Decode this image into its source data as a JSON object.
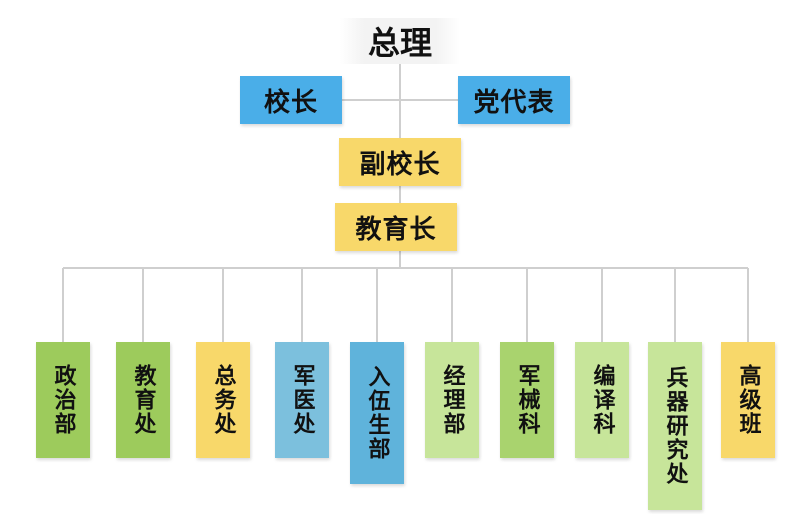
{
  "chart_title": "总理",
  "colors": {
    "blue": "#4aaee8",
    "yellow": "#f8d86a",
    "green": "#a9d36e",
    "teal": "#67b7d6",
    "light_green": "#c7e59a",
    "line": "#cfcfcf"
  },
  "upper": {
    "principal": "校长",
    "party_rep": "党代表",
    "vice_principal": "副校长",
    "education_chief": "教育长"
  },
  "departments": [
    {
      "label": "政治部",
      "color": "#9dcb5c"
    },
    {
      "label": "教育处",
      "color": "#9dcb5c"
    },
    {
      "label": "总务处",
      "color": "#f8d86a"
    },
    {
      "label": "军医处",
      "color": "#7cc0dd"
    },
    {
      "label": "入伍生部",
      "color": "#5fb3db"
    },
    {
      "label": "经理部",
      "color": "#c7e59a"
    },
    {
      "label": "军械科",
      "color": "#a9d36e"
    },
    {
      "label": "编译科",
      "color": "#c7e59a"
    },
    {
      "label": "兵器研究处",
      "color": "#c7e59a"
    },
    {
      "label": "高级班",
      "color": "#f8d86a"
    }
  ]
}
